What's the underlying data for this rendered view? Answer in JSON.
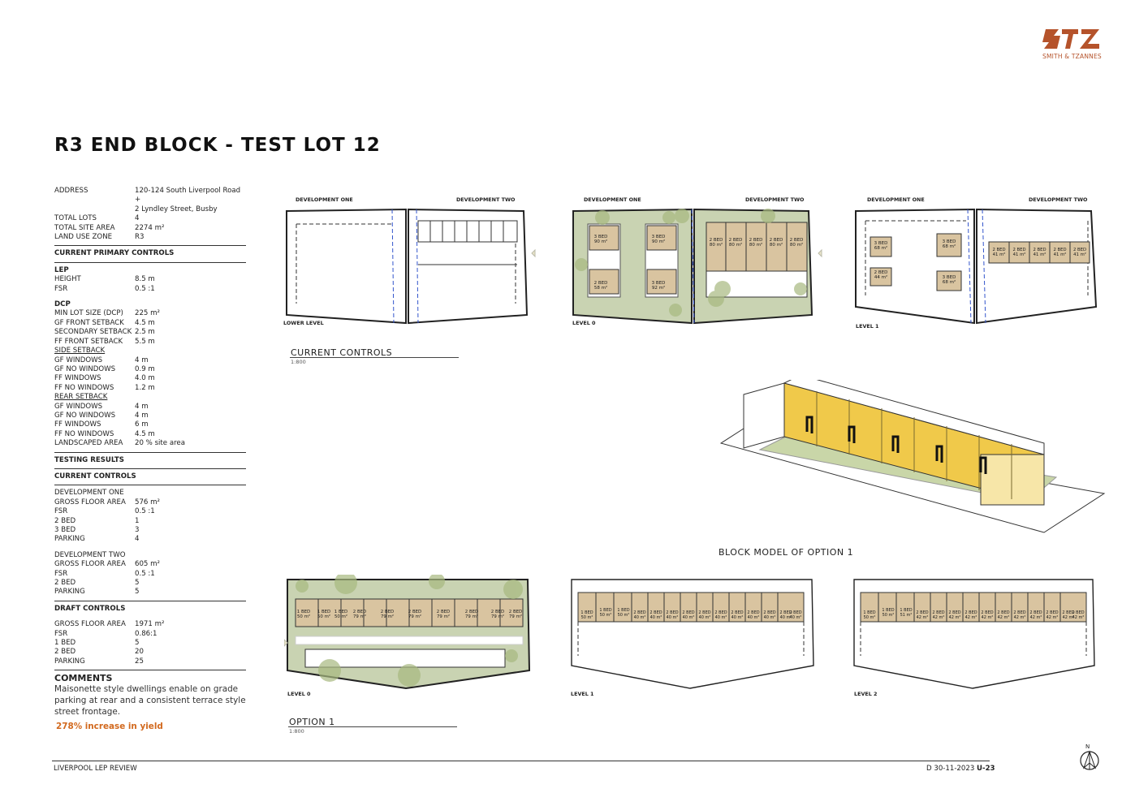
{
  "brand": {
    "logo_text": "SMITH & TZANNES"
  },
  "title": "R3 END BLOCK - TEST LOT 12",
  "site": [
    {
      "k": "ADDRESS",
      "v": "120-124 South Liverpool Road +",
      "v2": "2 Lyndley Street, Busby"
    },
    {
      "k": "TOTAL LOTS",
      "v": "4"
    },
    {
      "k": "TOTAL SITE AREA",
      "v": "2274 m²"
    },
    {
      "k": "LAND USE ZONE",
      "v": "R3"
    }
  ],
  "current_primary_controls": "CURRENT PRIMARY CONTROLS",
  "lep": {
    "heading": "LEP",
    "rows": [
      {
        "k": "HEIGHT",
        "v": "8.5 m"
      },
      {
        "k": "FSR",
        "v": "0.5 :1"
      }
    ]
  },
  "dcp": {
    "heading": "DCP",
    "rows": [
      {
        "k": "MIN LOT SIZE (DCP)",
        "v": "225 m²"
      },
      {
        "k": "GF FRONT SETBACK",
        "v": "4.5 m"
      },
      {
        "k": "SECONDARY SETBACK",
        "v": "2.5 m"
      },
      {
        "k": "FF FRONT SETBACK",
        "v": "5.5 m"
      }
    ],
    "side_heading": "SIDE SETBACK",
    "side_rows": [
      {
        "k": "GF WINDOWS",
        "v": "4 m"
      },
      {
        "k": "GF NO WINDOWS",
        "v": "0.9 m"
      },
      {
        "k": "FF WINDOWS",
        "v": "4.0 m"
      },
      {
        "k": "FF NO WINDOWS",
        "v": "1.2 m"
      }
    ],
    "rear_heading": "REAR SETBACK",
    "rear_rows": [
      {
        "k": "GF WINDOWS",
        "v": "4 m"
      },
      {
        "k": "GF NO WINDOWS",
        "v": "4 m"
      },
      {
        "k": "FF WINDOWS",
        "v": "6 m"
      },
      {
        "k": "FF NO WINDOWS",
        "v": "4.5 m"
      },
      {
        "k": "LANDSCAPED AREA",
        "v": "20 % site area"
      }
    ]
  },
  "testing_results": "TESTING RESULTS",
  "current_controls": {
    "heading": "CURRENT CONTROLS",
    "dev_one": {
      "name": "DEVELOPMENT ONE",
      "rows": [
        {
          "k": "GROSS FLOOR AREA",
          "v": "576 m²"
        },
        {
          "k": "FSR",
          "v": "0.5 :1"
        },
        {
          "k": "2 BED",
          "v": "1"
        },
        {
          "k": "3 BED",
          "v": "3"
        },
        {
          "k": "PARKING",
          "v": "4"
        }
      ]
    },
    "dev_two": {
      "name": "DEVELOPMENT TWO",
      "rows": [
        {
          "k": "GROSS FLOOR AREA",
          "v": "605 m²"
        },
        {
          "k": "FSR",
          "v": "0.5 :1"
        },
        {
          "k": "2 BED",
          "v": "5"
        },
        {
          "k": "PARKING",
          "v": "5"
        }
      ]
    }
  },
  "draft_controls": {
    "heading": "DRAFT CONTROLS",
    "rows": [
      {
        "k": "GROSS FLOOR AREA",
        "v": "1971 m²"
      },
      {
        "k": "FSR",
        "v": "0.86:1"
      },
      {
        "k": "1 BED",
        "v": "5"
      },
      {
        "k": "2 BED",
        "v": "20"
      },
      {
        "k": "PARKING",
        "v": "25"
      }
    ]
  },
  "comments": {
    "heading": "COMMENTS",
    "text": "Maisonette style dwellings enable on grade parking at rear and a consistent terrace style street frontage.",
    "highlight": "278% increase in yield"
  },
  "plans": {
    "dev_one": "DEVELOPMENT ONE",
    "dev_two": "DEVELOPMENT TWO",
    "lower_level": "LOWER LEVEL",
    "level_0": "LEVEL 0",
    "level_1": "LEVEL 1",
    "level_2": "LEVEL 2",
    "current_caption": "CURRENT CONTROLS",
    "option_caption": "OPTION 1",
    "scale": "1:800",
    "block_model": "BLOCK MODEL OF OPTION 1",
    "units_l0": [
      {
        "t": "3 BED",
        "a": "90 m²"
      },
      {
        "t": "3 BED",
        "a": "90 m²"
      },
      {
        "t": "2 BED",
        "a": "58 m²"
      },
      {
        "t": "3 BED",
        "a": "92 m²"
      }
    ],
    "units_dev2_l0": [
      {
        "t": "2 BED",
        "a": "80 m²"
      },
      {
        "t": "2 BED",
        "a": "80 m²"
      },
      {
        "t": "2 BED",
        "a": "80 m²"
      },
      {
        "t": "2 BED",
        "a": "80 m²"
      },
      {
        "t": "2 BED",
        "a": "80 m²"
      }
    ],
    "units_l1": [
      {
        "t": "3 BED",
        "a": "68 m²"
      },
      {
        "t": "3 BED",
        "a": "68 m²"
      },
      {
        "t": "2 BED",
        "a": "44 m²"
      },
      {
        "t": "3 BED",
        "a": "68 m²"
      }
    ],
    "units_dev2_l1": [
      {
        "t": "2 BED",
        "a": "41 m²"
      },
      {
        "t": "2 BED",
        "a": "41 m²"
      },
      {
        "t": "2 BED",
        "a": "41 m²"
      },
      {
        "t": "2 BED",
        "a": "41 m²"
      },
      {
        "t": "2 BED",
        "a": "41 m²"
      }
    ],
    "opt_l0_units": [
      {
        "t": "1 BED",
        "a": "50 m²"
      },
      {
        "t": "1 BED",
        "a": "50 m²"
      },
      {
        "t": "1 BED",
        "a": "50 m²"
      },
      {
        "t": "2 BED",
        "a": "79 m²"
      },
      {
        "t": "2 BED",
        "a": "79 m²"
      },
      {
        "t": "2 BED",
        "a": "79 m²"
      },
      {
        "t": "2 BED",
        "a": "79 m²"
      },
      {
        "t": "2 BED",
        "a": "79 m²"
      },
      {
        "t": "2 BED",
        "a": "79 m²"
      },
      {
        "t": "2 BED",
        "a": "79 m²"
      }
    ],
    "opt_l1_units": [
      {
        "t": "1 BED",
        "a": "50 m²"
      },
      {
        "t": "1 BED",
        "a": "50 m²"
      },
      {
        "t": "1 BED",
        "a": "50 m²"
      },
      {
        "t": "2 BED",
        "a": "40 m²"
      },
      {
        "t": "2 BED",
        "a": "40 m²"
      },
      {
        "t": "2 BED",
        "a": "40 m²"
      },
      {
        "t": "2 BED",
        "a": "40 m²"
      },
      {
        "t": "2 BED",
        "a": "40 m²"
      },
      {
        "t": "2 BED",
        "a": "40 m²"
      },
      {
        "t": "2 BED",
        "a": "40 m²"
      },
      {
        "t": "2 BED",
        "a": "40 m²"
      },
      {
        "t": "2 BED",
        "a": "40 m²"
      },
      {
        "t": "2 BED",
        "a": "40 m²"
      },
      {
        "t": "2 BED",
        "a": "40 m²"
      }
    ],
    "opt_l2_units": [
      {
        "t": "1 BED",
        "a": "50 m²"
      },
      {
        "t": "1 BED",
        "a": "50 m²"
      },
      {
        "t": "1 BED",
        "a": "51 m²"
      },
      {
        "t": "2 BED",
        "a": "42 m²"
      },
      {
        "t": "2 BED",
        "a": "42 m²"
      },
      {
        "t": "2 BED",
        "a": "42 m²"
      },
      {
        "t": "2 BED",
        "a": "42 m²"
      },
      {
        "t": "2 BED",
        "a": "42 m²"
      },
      {
        "t": "2 BED",
        "a": "42 m²"
      },
      {
        "t": "2 BED",
        "a": "42 m²"
      },
      {
        "t": "2 BED",
        "a": "42 m²"
      },
      {
        "t": "2 BED",
        "a": "42 m²"
      },
      {
        "t": "2 BED",
        "a": "42 m²"
      },
      {
        "t": "2 BED",
        "a": "42 m²"
      }
    ]
  },
  "footer": {
    "left": "LIVERPOOL LEP REVIEW",
    "right": "D 30-11-2023",
    "sheet": "U-23",
    "north": "N"
  },
  "colors": {
    "accent": "#d2691e",
    "brand": "#b5532b",
    "landscape": "#c9d3b2",
    "unit": "#d9c4a0",
    "model": "#f0c94a"
  }
}
